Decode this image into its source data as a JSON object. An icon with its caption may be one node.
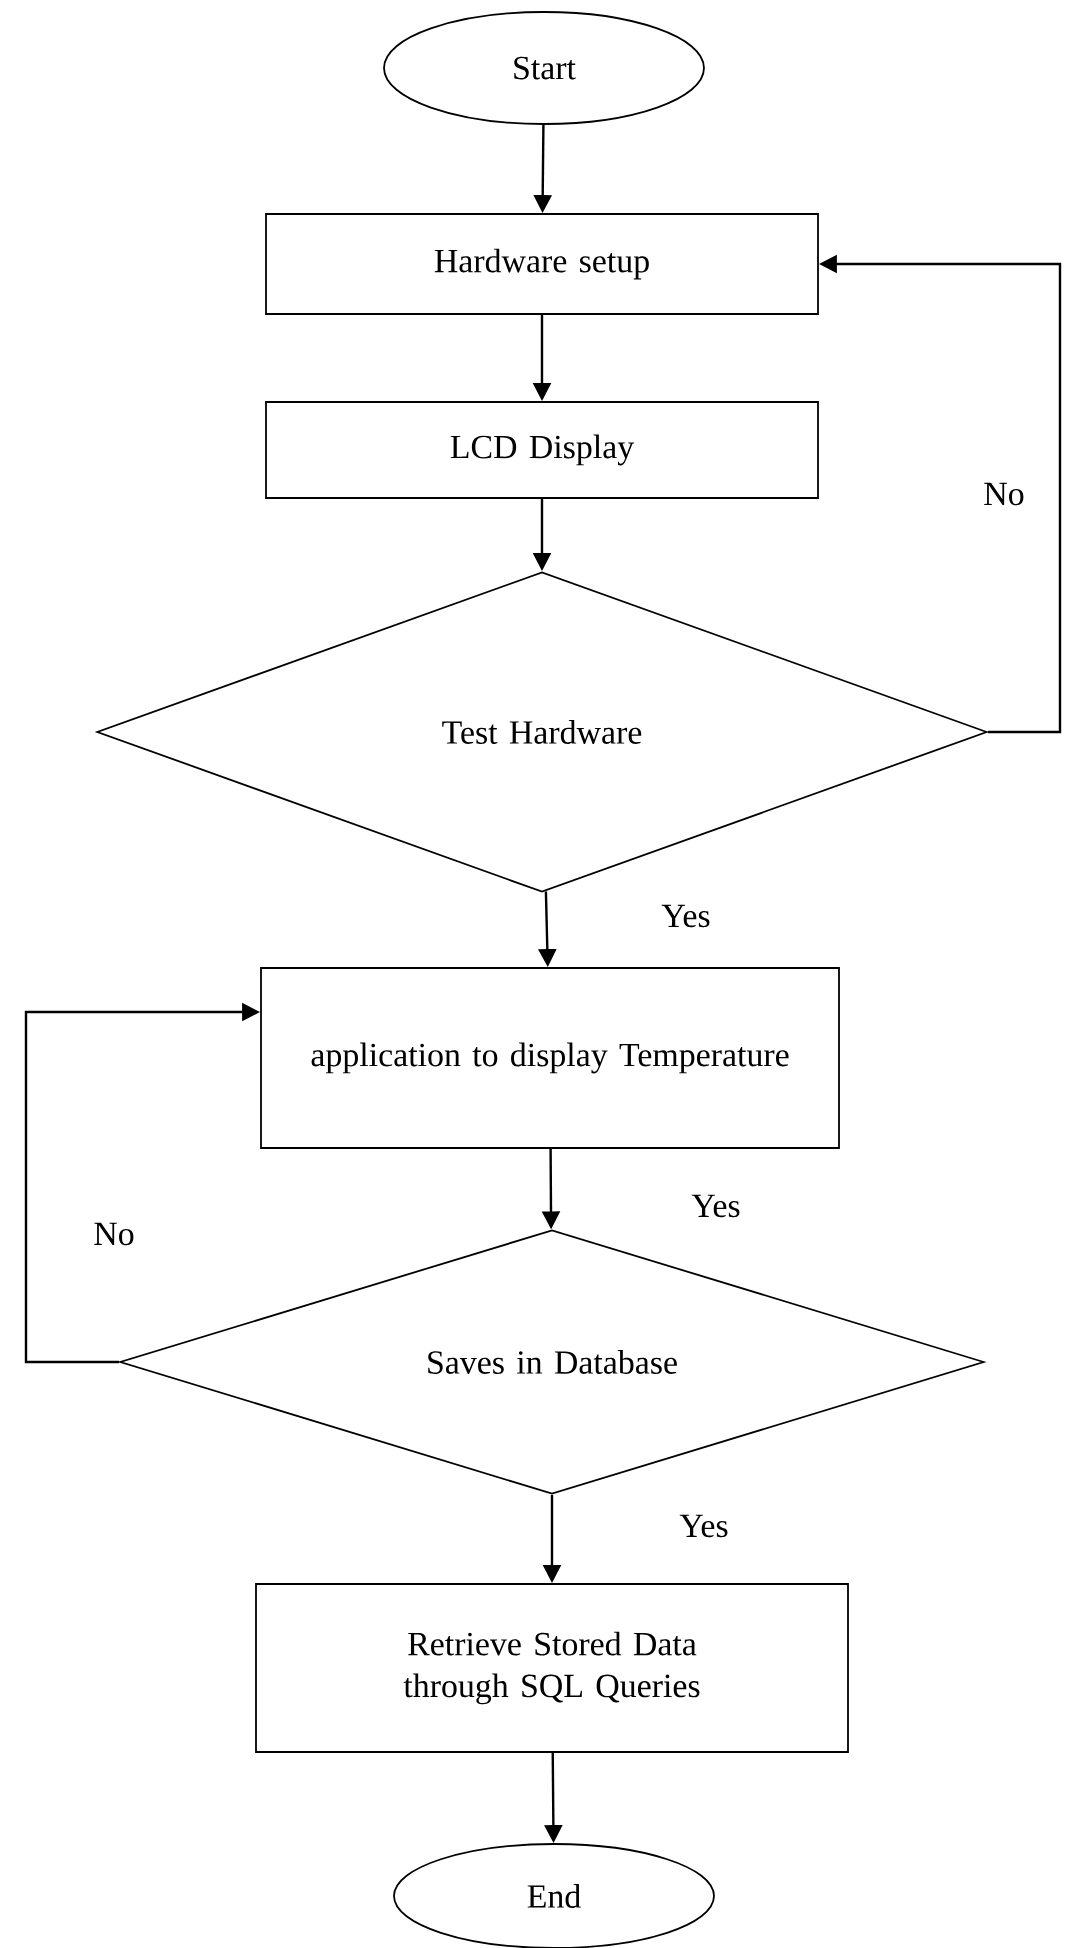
{
  "diagram": {
    "nodes": [
      {
        "text": [
          "Start"
        ]
      },
      {
        "text": [
          "Hardware setup"
        ]
      },
      {
        "text": [
          "LCD Display"
        ]
      },
      {
        "text": [
          "Test Hardware"
        ]
      },
      {
        "text": [
          "application to display Temperature"
        ]
      },
      {
        "text": [
          "Saves in Database"
        ]
      },
      {
        "text": [
          "Retrieve Stored Data through SQL Queries"
        ]
      },
      {
        "text": [
          "End"
        ]
      }
    ],
    "edges": [
      {
        "from": 0,
        "to": 1,
        "arrow": "to"
      },
      {
        "from": 1,
        "to": 2,
        "arrow": "to"
      },
      {
        "from": 2,
        "to": 3,
        "arrow": "to"
      },
      {
        "from": 3,
        "to": 4,
        "arrow": "to",
        "label": "Yes"
      },
      {
        "from": 3,
        "to": 1,
        "arrow": "to",
        "label": "No"
      },
      {
        "from": 4,
        "to": 5,
        "arrow": "to",
        "label": "Yes"
      },
      {
        "from": 5,
        "to": 4,
        "arrow": "to",
        "label": "No"
      },
      {
        "from": 5,
        "to": 6,
        "arrow": "to",
        "label": "Yes"
      },
      {
        "from": 6,
        "to": 7,
        "arrow": "to"
      }
    ]
  }
}
